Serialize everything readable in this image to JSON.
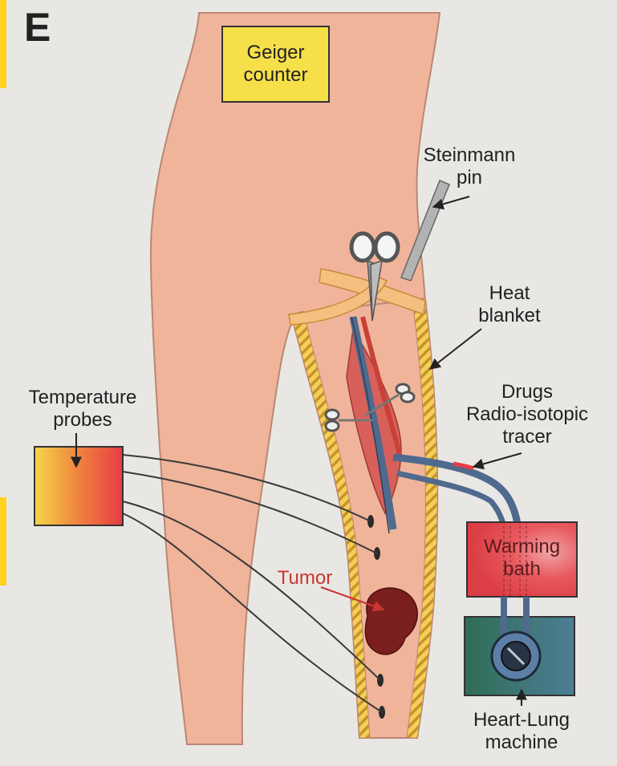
{
  "panel_letter": "E",
  "labels": {
    "geiger_counter": "Geiger\ncounter",
    "steinmann_pin": "Steinmann\npin",
    "heat_blanket": "Heat\nblanket",
    "drugs": "Drugs\nRadio-isotopic\ntracer",
    "temperature_probes": "Temperature\nprobes",
    "tumor": "Tumor",
    "warming_bath": "Warming\nbath",
    "heart_lung_machine": "Heart-Lung\nmachine"
  },
  "colors": {
    "skin": "#f0b49a",
    "skin_outline": "#b98874",
    "blanket_stripe": "#c7922a",
    "blanket_fill": "#f3cf59",
    "artery": "#c84038",
    "vein": "#4f6a8e",
    "tumor": "#7a1f1d",
    "tumor_label": "#c8372f",
    "geiger_box": "#f6e04a",
    "warming_bath": "#e64b51",
    "heart_lung_box": "#3c7563",
    "probe_box_left": "#f6d64a",
    "probe_box_right": "#e63c43"
  },
  "icons": [
    "scissors-icon",
    "clamp-icon",
    "steinmann-pin-icon",
    "pump-icon"
  ]
}
